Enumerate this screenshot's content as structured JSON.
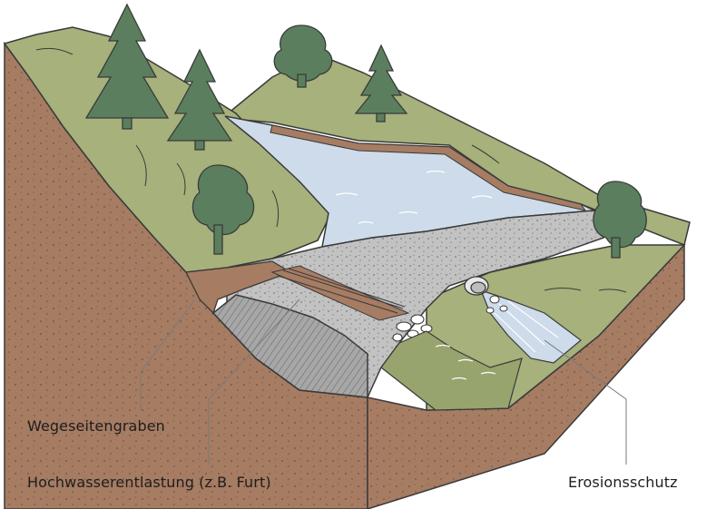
{
  "labels": {
    "wegeseitengraben": "Wegeseitengraben",
    "hochwasserentlastung": "Hochwasserentlastung (z.B. Furt)",
    "erosionsschutz": "Erosionsschutz"
  },
  "colors": {
    "soil": "#a67c63",
    "grass": "#a6b17b",
    "water": "#cddbea",
    "gravel": "#bdbdbd",
    "tree": "#5b7f5e",
    "outline": "#3a3a3a"
  }
}
